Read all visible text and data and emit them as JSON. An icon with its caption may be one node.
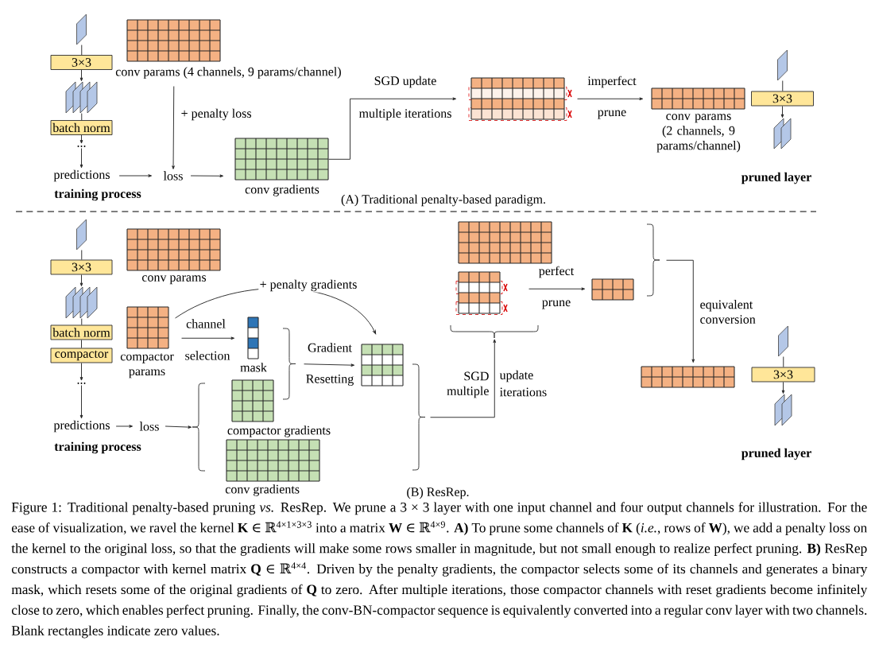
{
  "diagram": {
    "caption": "Figure 1: Traditional penalty-based pruning *vs.* ResRep. We prune a 3 × 3 layer with one input channel and four output channels for illustration. For the ease of visualization, we ravel the kernel **K** ∈ ℝ$^{4×1×3×3}$ into a matrix **W** ∈ ℝ$^{4×9}$. **A)** To prune some channels of **K** (*i.e.*, rows of **W**), we add a penalty loss on the kernel to the original loss, so that the gradients will make some rows smaller in magnitude, but not small enough to realize perfect pruning. **B)** ResRep constructs a compactor with kernel matrix **Q** ∈ ℝ$^{4×4}$. Driven by the penalty gradients, the compactor selects some of its channels and generates a binary mask, which resets some of the original gradients of **Q** to zero. After multiple iterations, those compactor channels with reset gradients become infinitely close to zero, which enables perfect pruning. Finally, the conv-BN-compactor sequence is equivalently converted into a regular conv layer with two channels. Blank rectangles indicate zero values.",
    "nodes": [
      {
        "text": [],
        "shape": "parallelogram"
      },
      {
        "text": [
          "3×3"
        ]
      },
      {
        "text": [],
        "shape": "parallelogram"
      },
      {
        "text": [
          "batch norm"
        ]
      },
      {
        "text": [
          "..."
        ]
      },
      {
        "text": [
          "predictions"
        ]
      },
      {
        "text": [
          "loss"
        ]
      },
      {
        "text": [
          "conv params (4 channels, 9 params/channel)"
        ]
      },
      {
        "text": [
          "conv gradients"
        ]
      },
      {
        "text": [],
        "shape": "grid"
      },
      {
        "text": [
          "conv params (2 channels, 9 params/channel)"
        ]
      },
      {
        "text": [],
        "shape": "parallelogram"
      },
      {
        "text": [
          "3×3"
        ]
      },
      {
        "text": [],
        "shape": "parallelogram"
      },
      {
        "text": [],
        "shape": "parallelogram"
      },
      {
        "text": [
          "3×3"
        ]
      },
      {
        "text": [],
        "shape": "parallelogram"
      },
      {
        "text": [
          "batch norm"
        ]
      },
      {
        "text": [
          "compactor"
        ]
      },
      {
        "text": [
          "..."
        ]
      },
      {
        "text": [
          "predictions"
        ]
      },
      {
        "text": [
          "loss"
        ]
      },
      {
        "text": [
          "conv params"
        ]
      },
      {
        "text": [
          "compactor params"
        ]
      },
      {
        "text": [
          "mask"
        ]
      },
      {
        "text": [
          "compactor gradients"
        ]
      },
      {
        "text": [
          "conv gradients"
        ]
      },
      {
        "text": [],
        "shape": "grid"
      },
      {
        "text": [],
        "shape": "grid"
      },
      {
        "text": [],
        "shape": "grid"
      },
      {
        "text": [],
        "shape": "grid"
      },
      {
        "text": [],
        "shape": "grid"
      },
      {
        "text": [],
        "shape": "parallelogram"
      },
      {
        "text": [
          "3×3"
        ]
      },
      {
        "text": [],
        "shape": "parallelogram"
      },
      {
        "text": [],
        "shape": "brace"
      },
      {
        "text": [],
        "shape": "brace"
      },
      {
        "text": [],
        "shape": "brace"
      },
      {
        "text": [],
        "shape": "brace"
      },
      {
        "text": [],
        "shape": "brace"
      }
    ],
    "edges": [
      {
        "from": 0,
        "to": 1,
        "arrow": "none"
      },
      {
        "from": 1,
        "to": 2,
        "arrow": "to"
      },
      {
        "from": 2,
        "to": 3,
        "arrow": "none"
      },
      {
        "from": 3,
        "to": 4,
        "arrow": "to"
      },
      {
        "from": 4,
        "to": 5,
        "arrow": "to"
      },
      {
        "from": 5,
        "to": 6,
        "arrow": "to"
      },
      {
        "from": 7,
        "to": 6,
        "arrow": "to",
        "label": "+ penalty loss"
      },
      {
        "from": 6,
        "to": 8,
        "arrow": "to"
      },
      {
        "from": 8,
        "to": 9,
        "arrow": "to",
        "label": "SGD update"
      },
      {
        "from": 9,
        "to": 10,
        "arrow": "to",
        "label": "imperfect"
      },
      {
        "from": 11,
        "to": 12,
        "arrow": "none"
      },
      {
        "from": 12,
        "to": 13,
        "arrow": "to"
      },
      {
        "from": 14,
        "to": 15,
        "arrow": "none"
      },
      {
        "from": 15,
        "to": 16,
        "arrow": "to"
      },
      {
        "from": 16,
        "to": 17,
        "arrow": "none"
      },
      {
        "from": 17,
        "to": 18,
        "arrow": "none"
      },
      {
        "from": 18,
        "to": 19,
        "arrow": "to"
      },
      {
        "from": 19,
        "to": 20,
        "arrow": "to"
      },
      {
        "from": 20,
        "to": 21,
        "arrow": "to"
      },
      {
        "from": 21,
        "to": 35,
        "arrow": "to"
      },
      {
        "from": 23,
        "to": 24,
        "arrow": "to",
        "label": "channel"
      },
      {
        "from": 36,
        "to": 27,
        "arrow": "to",
        "label": "Gradient"
      },
      {
        "from": 23,
        "to": 27,
        "arrow": "to",
        "label": "+ penalty gradients"
      },
      {
        "from": 37,
        "to": 38,
        "arrow": "to"
      },
      {
        "from": 29,
        "to": 30,
        "arrow": "to",
        "label": "perfect"
      },
      {
        "from": 39,
        "to": 31,
        "arrow": "to",
        "label": "equivalent conversion"
      },
      {
        "from": 32,
        "to": 33,
        "arrow": "none"
      },
      {
        "from": 33,
        "to": 34,
        "arrow": "to"
      }
    ],
    "labels": [
      "multiple iterations",
      "prune",
      "training process",
      "pruned layer",
      "(A) Traditional penalty-based paradigm.",
      "selection",
      "Resetting",
      "SGD",
      "update",
      "multiple",
      "iterations",
      "prune",
      "training process",
      "pruned layer",
      "(B) ResRep."
    ]
  }
}
